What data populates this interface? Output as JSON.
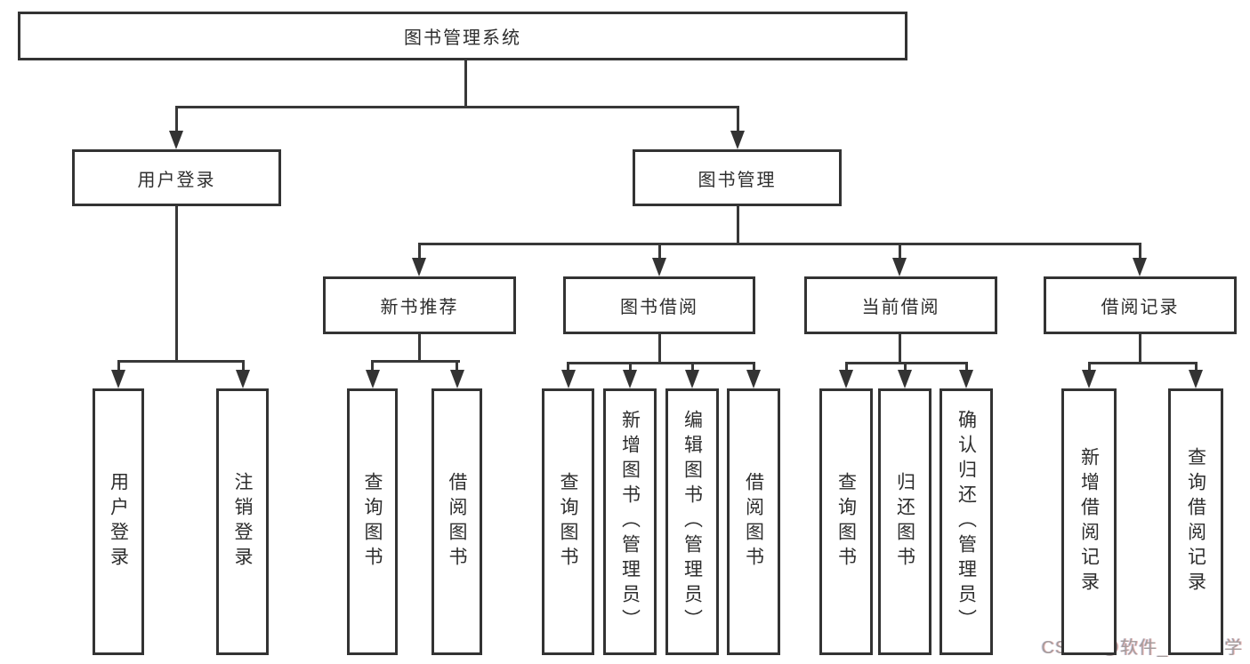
{
  "diagram": {
    "title": "图书管理系统",
    "nodes": [
      {
        "id": "root",
        "label": "图书管理系统",
        "level": 1,
        "parent": null
      },
      {
        "id": "user-login",
        "label": "用户登录",
        "level": 2,
        "parent": "root"
      },
      {
        "id": "book-mgmt",
        "label": "图书管理",
        "level": 2,
        "parent": "root"
      },
      {
        "id": "new-book-rec",
        "label": "新书推荐",
        "level": 3,
        "parent": "book-mgmt"
      },
      {
        "id": "book-borrow",
        "label": "图书借阅",
        "level": 3,
        "parent": "book-mgmt"
      },
      {
        "id": "current-borrow",
        "label": "当前借阅",
        "level": 3,
        "parent": "book-mgmt"
      },
      {
        "id": "borrow-records",
        "label": "借阅记录",
        "level": 3,
        "parent": "book-mgmt"
      },
      {
        "id": "leaf-user-login",
        "label": "用户登录",
        "level": 4,
        "parent": "user-login"
      },
      {
        "id": "leaf-logout",
        "label": "注销登录",
        "level": 4,
        "parent": "user-login"
      },
      {
        "id": "leaf-query-books-1",
        "label": "查询图书",
        "level": 4,
        "parent": "new-book-rec"
      },
      {
        "id": "leaf-borrow-books-1",
        "label": "借阅图书",
        "level": 4,
        "parent": "new-book-rec"
      },
      {
        "id": "leaf-query-books-2",
        "label": "查询图书",
        "level": 4,
        "parent": "book-borrow"
      },
      {
        "id": "leaf-add-books",
        "label": "新增图书（管理员）",
        "level": 4,
        "parent": "book-borrow"
      },
      {
        "id": "leaf-edit-books",
        "label": "编辑图书（管理员）",
        "level": 4,
        "parent": "book-borrow"
      },
      {
        "id": "leaf-borrow-books-2",
        "label": "借阅图书",
        "level": 4,
        "parent": "book-borrow"
      },
      {
        "id": "leaf-query-books-3",
        "label": "查询图书",
        "level": 4,
        "parent": "current-borrow"
      },
      {
        "id": "leaf-return-books",
        "label": "归还图书",
        "level": 4,
        "parent": "current-borrow"
      },
      {
        "id": "leaf-confirm-return",
        "label": "确认归还（管理员）",
        "level": 4,
        "parent": "current-borrow"
      },
      {
        "id": "leaf-add-borrow-record",
        "label": "新增借阅记录",
        "level": 4,
        "parent": "borrow-records"
      },
      {
        "id": "leaf-query-borrow-record",
        "label": "查询借阅记录",
        "level": 4,
        "parent": "borrow-records"
      }
    ]
  },
  "watermark": {
    "text": "CSDN @软件_小贺同学"
  },
  "colors": {
    "line": "#333333",
    "text": "#2e2e2e",
    "box_bg": "#ffffff",
    "watermark": "#a49c9c"
  }
}
